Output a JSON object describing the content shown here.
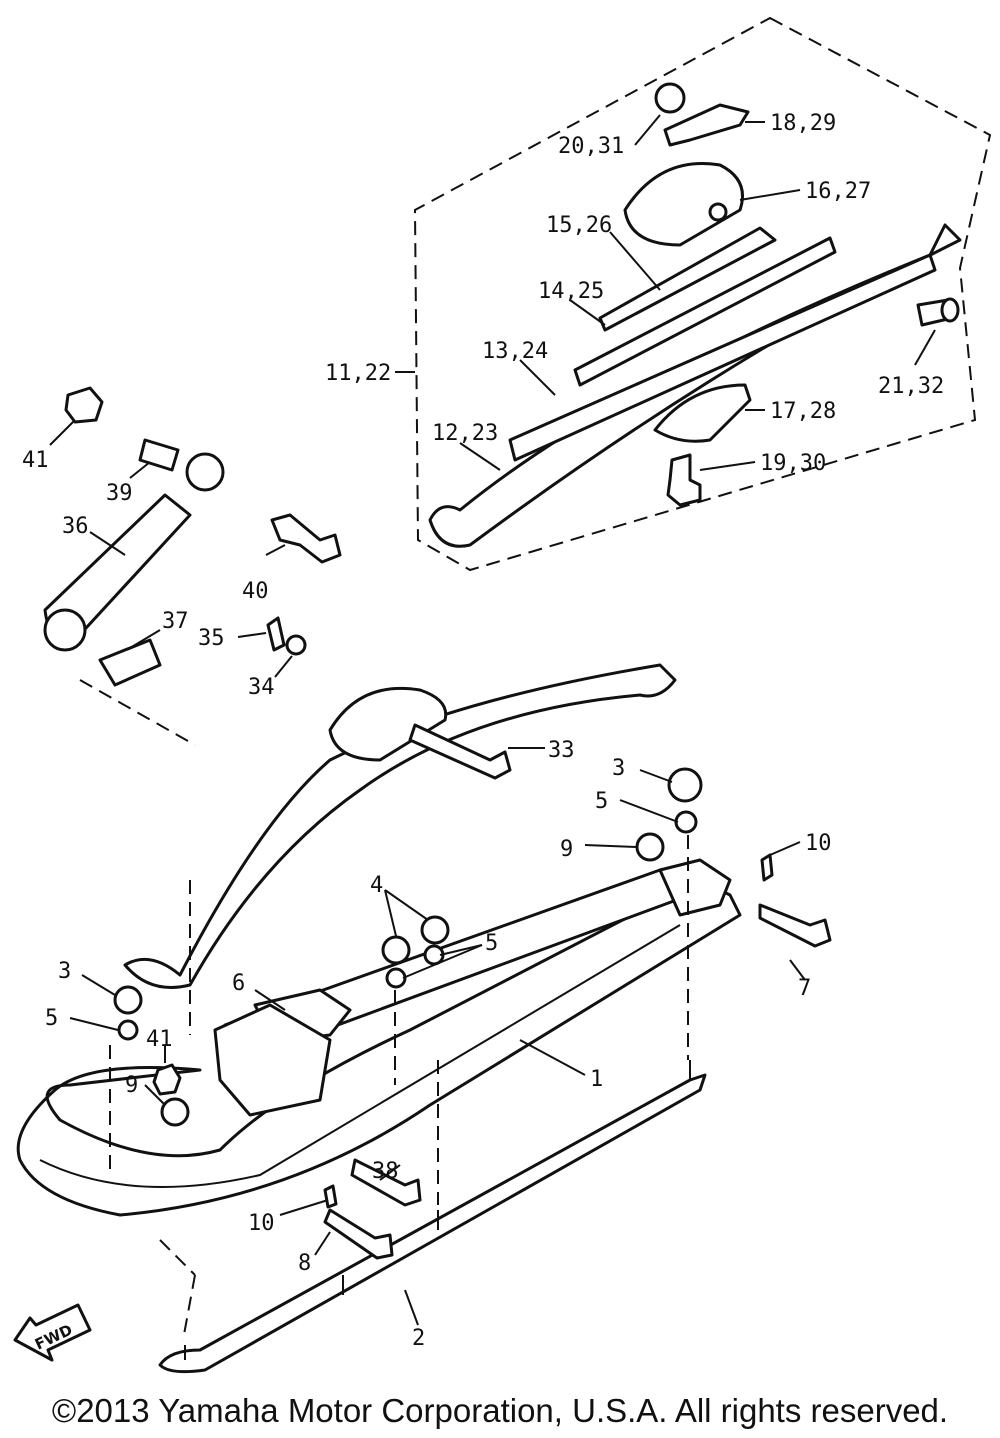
{
  "parts": {
    "p1": "1",
    "p2": "2",
    "p3a": "3",
    "p3b": "3",
    "p4a": "4",
    "p4b": "41",
    "p4c": "41",
    "p5a": "5",
    "p5b": "5",
    "p5c": "5",
    "p6": "6",
    "p7": "7",
    "p8": "8",
    "p9a": "9",
    "p9b": "9",
    "p10a": "10",
    "p10b": "10",
    "p11": "11,22",
    "p12": "12,23",
    "p13": "13,24",
    "p14": "14,25",
    "p15": "15,26",
    "p16": "16,27",
    "p17": "17,28",
    "p18": "18,29",
    "p19": "19,30",
    "p20": "20,31",
    "p21": "21,32",
    "p33": "33",
    "p34": "34",
    "p35": "35",
    "p36": "36",
    "p37": "37",
    "p38": "38",
    "p39": "39",
    "p40": "40"
  },
  "arrow_label": "FWD",
  "copyright": "©2013 Yamaha Motor Corporation, U.S.A. All rights reserved."
}
